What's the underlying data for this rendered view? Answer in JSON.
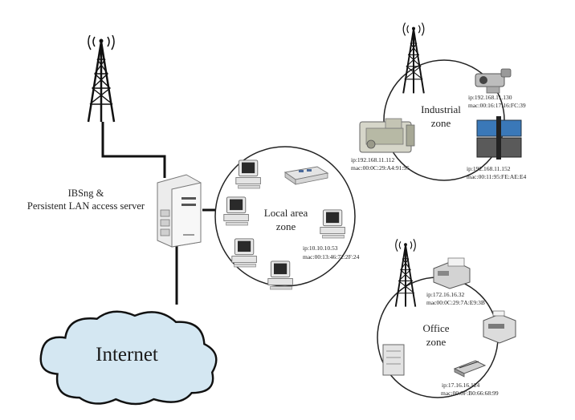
{
  "server": {
    "label_line1": "IBSng &",
    "label_line2": "Persistent LAN access server"
  },
  "internet": {
    "label": "Internet"
  },
  "local_zone": {
    "name_line1": "Local area",
    "name_line2": "zone",
    "device_ip": "ip:10.10.10.53",
    "device_mac": "mac:00:13:46:72:2F:24"
  },
  "industrial_zone": {
    "name_line1": "Industrial",
    "name_line2": "zone",
    "camera_ip": "ip:192.168.11.130",
    "camera_mac": "mac:00:16:17:16:FC:39",
    "machine_ip": "ip:192.168.11.112",
    "machine_mac": "mac:00:0C:29:A4:91:95",
    "station_ip": "ip:192.168.11.152",
    "station_mac": "mac:00:11:95:FE:AE:E4"
  },
  "office_zone": {
    "name_line1": "Office",
    "name_line2": "zone",
    "fax_ip": "ip:172.16.16.32",
    "fax_mac": "mac00:0C:29:7A:E9:3B",
    "scanner_ip": "ip:17.16.16.124",
    "scanner_mac": "mac:00:0F:B0:66:68:99"
  },
  "icons": [
    "radio-tower-icon",
    "server-icon",
    "cloud-icon",
    "computer-icon",
    "network-switch-icon",
    "camera-icon",
    "industrial-machine-icon",
    "workstation-icon",
    "fax-icon",
    "printer-icon",
    "scanner-icon"
  ]
}
